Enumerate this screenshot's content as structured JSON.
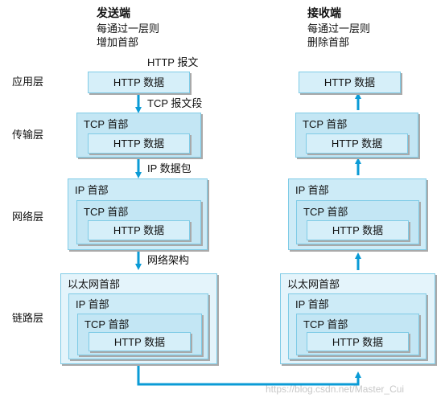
{
  "sender": {
    "title": "发送端",
    "desc_line1": "每通过一层则",
    "desc_line2": "增加首部"
  },
  "receiver": {
    "title": "接收端",
    "desc_line1": "每通过一层则",
    "desc_line2": "删除首部"
  },
  "layers": {
    "application": "应用层",
    "transport": "传输层",
    "network": "网络层",
    "link": "链路层"
  },
  "data_units": {
    "http_message": "HTTP 报文",
    "tcp_segment": "TCP 报文段",
    "ip_packet": "IP 数据包",
    "frame": "网络架构"
  },
  "headers": {
    "http_data": "HTTP 数据",
    "tcp_header": "TCP 首部",
    "ip_header": "IP 首部",
    "ethernet_header": "以太网首部"
  },
  "colors": {
    "arrow": "#0a9bd6",
    "box_border": "#7fcbe6",
    "box_fill": "#d4eef8",
    "shadow": "#a9a9a9"
  },
  "watermark": "https://blog.csdn.net/Master_Cui"
}
